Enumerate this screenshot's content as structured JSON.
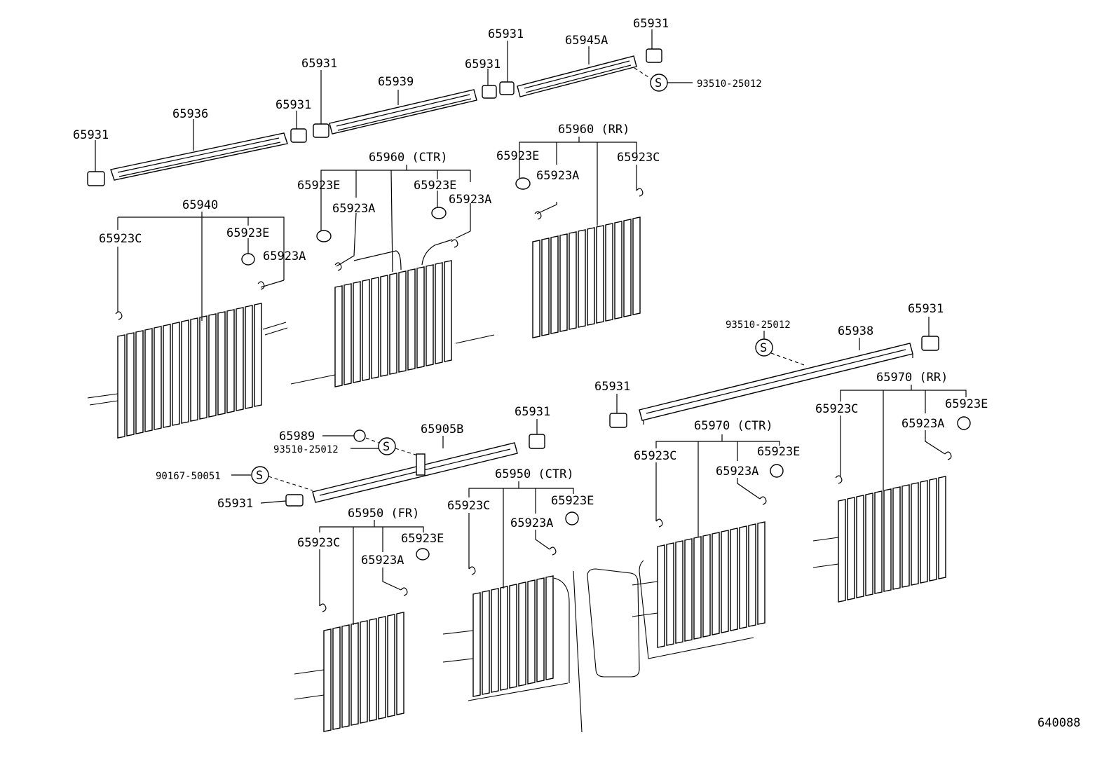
{
  "figure_code": "640088",
  "labels": {
    "p65931_a": "65931",
    "p65936": "65936",
    "p65931_b": "65931",
    "p65931_c": "65931",
    "p65939": "65939",
    "p65931_d": "65931",
    "p65931_e": "65931",
    "p65945A": "65945A",
    "p65931_f": "65931",
    "s93510_top": "93510-25012",
    "p65960_rr": "65960 (RR)",
    "p65960_ctr": "65960 (CTR)",
    "p65940": "65940",
    "rr_e": "65923E",
    "rr_a": "65923A",
    "rr_c": "65923C",
    "ctr_e1": "65923E",
    "ctr_a1": "65923A",
    "ctr_e2": "65923E",
    "ctr_a2": "65923A",
    "l_c": "65923C",
    "l_e": "65923E",
    "l_a": "65923A",
    "s93510_right": "93510-25012",
    "p65938": "65938",
    "p65931_g": "65931",
    "p65931_h": "65931",
    "p65970_rr": "65970 (RR)",
    "p65970_ctr": "65970 (CTR)",
    "r70_c": "65923C",
    "r70_a": "65923A",
    "r70_e": "65923E",
    "c70_c": "65923C",
    "c70_a": "65923A",
    "c70_e": "65923E",
    "p65931_i": "65931",
    "p65989": "65989",
    "s93510_mid": "93510-25012",
    "p65905B": "65905B",
    "s90167": "90167-50051",
    "p65931_j": "65931",
    "p65950_ctr": "65950 (CTR)",
    "p65950_fr": "65950 (FR)",
    "c50_c": "65923C",
    "c50_a": "65923A",
    "c50_e": "65923E",
    "f50_c": "65923C",
    "f50_a": "65923A",
    "f50_e": "65923E"
  },
  "symbols": {
    "s_mark": "S"
  }
}
